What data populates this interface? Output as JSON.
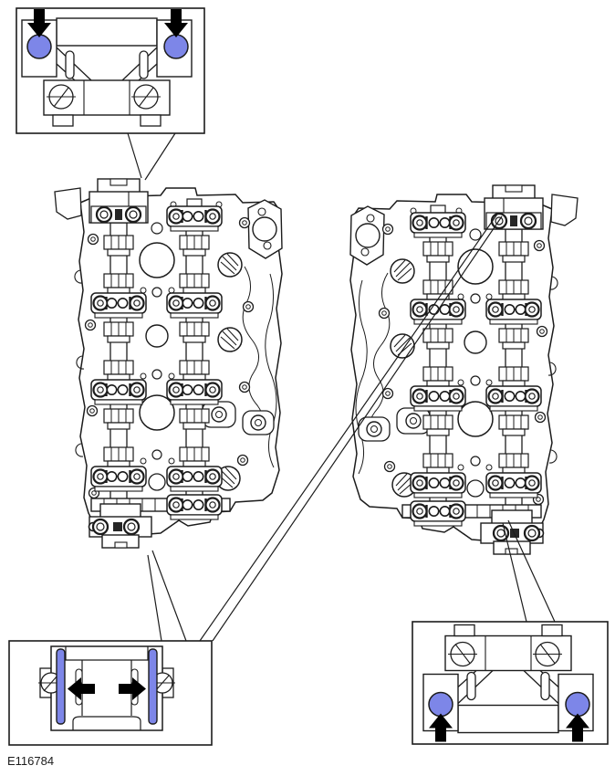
{
  "figure": {
    "label": "E116784"
  },
  "colors": {
    "highlight": "#7d86e8",
    "arrow": "#000000",
    "line": "#1c1c1c",
    "background": "#ffffff"
  },
  "callouts": {
    "top_left": {
      "detail": "camshaft-end-cap-front-view",
      "highlight_shape": "two-bolt-circles",
      "arrows": [
        "down-arrow",
        "down-arrow"
      ]
    },
    "bottom_left": {
      "detail": "camshaft-cap-seal-side-view",
      "highlight_shape": "two-seal-bars",
      "arrows": [
        "left-arrow",
        "right-arrow"
      ]
    },
    "bottom_right": {
      "detail": "camshaft-end-cap-front-view-inverted",
      "highlight_shape": "two-bolt-circles",
      "arrows": [
        "up-arrow",
        "up-arrow"
      ]
    }
  },
  "views": {
    "left": "cylinder-head-camshafts-top-view",
    "right": "cylinder-head-camshafts-top-view-mirrored"
  }
}
